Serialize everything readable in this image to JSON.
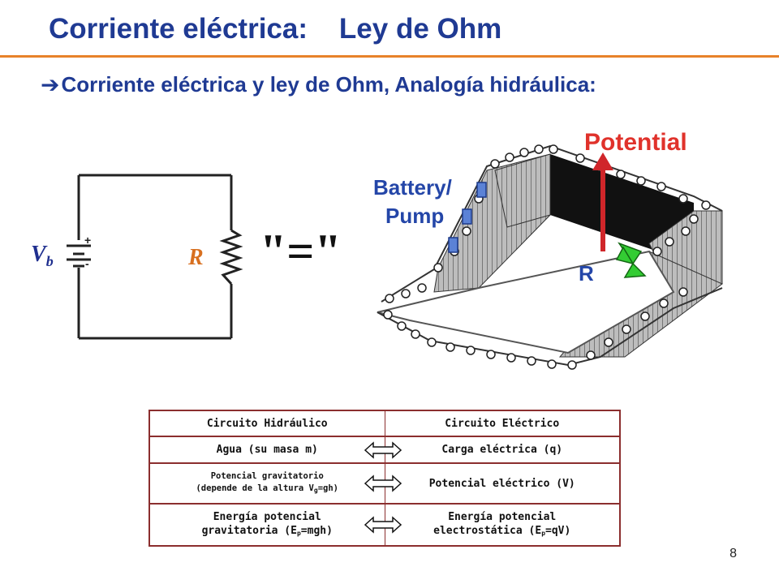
{
  "slide": {
    "title": "Corriente eléctrica:    Ley de Ohm",
    "bullet": "Corriente eléctrica y ley de Ohm, Analogía hidráulica:",
    "bullet_icon": "arrow-right-icon",
    "page_number": "8"
  },
  "circuit": {
    "source_label": "V",
    "source_sub": "b",
    "resistor_label": "R"
  },
  "analogy_sign": "\"=\"",
  "pool": {
    "potential_label": "Potential",
    "battery_label": "Battery/",
    "pump_label": "Pump",
    "resistor_label": "R"
  },
  "table": {
    "header": {
      "left": "Circuito Hidráulico",
      "right": "Circuito Eléctrico"
    },
    "rows": [
      {
        "left": "Agua (su masa m)",
        "right": "Carga eléctrica (q)"
      },
      {
        "left_line1": "Potencial gravitatorio",
        "left_line2_pre": "(depende de la altura V",
        "left_line2_sub": "g",
        "left_line2_post": "=gh)",
        "right": "Potencial eléctrico (V)"
      },
      {
        "left_line1": "Energía potencial",
        "left_line2_pre": "gravitatoria (E",
        "left_line2_sub": "p",
        "left_line2_post": "=mgh)",
        "right_line1": "Energía potencial",
        "right_line2_pre": "electrostática (E",
        "right_line2_sub": "p",
        "right_line2_post": "=qV)"
      }
    ]
  },
  "colors": {
    "title": "#1f3a93",
    "rule": "#e8822a",
    "table_border": "#8b2e2e",
    "potential": "#e0322b",
    "arrow": "#d0262a",
    "battery": "#2446a8",
    "paddle": "#33cc33"
  }
}
